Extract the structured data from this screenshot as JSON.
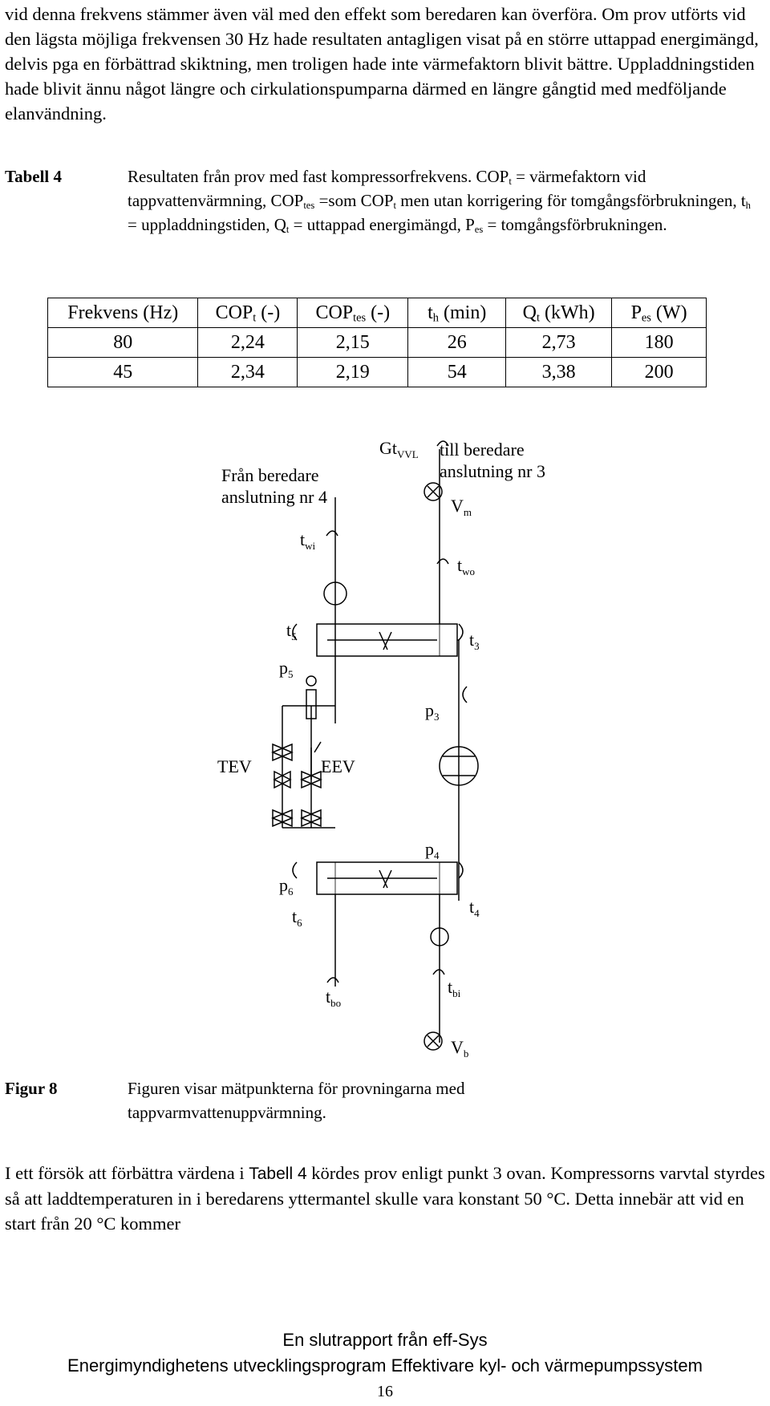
{
  "intro_paragraph": "vid denna frekvens stämmer även väl med den effekt som beredaren kan överföra. Om prov utförts vid den lägsta möjliga frekvensen 30 Hz hade resultaten antagligen visat på en större uttappad energimängd, delvis pga en förbättrad skiktning, men troligen hade inte värmefaktorn blivit bättre. Uppladdningstiden hade blivit ännu något längre och cirkulationspumparna därmed en längre gångtid med medföljande elanvändning.",
  "table": {
    "label": "Tabell 4",
    "caption": {
      "p1": "Resultaten från prov med fast kompressorfrekvens. COP",
      "s1": "t",
      "p2": " = värmefaktorn vid tappvattenvärmning, COP",
      "s2": "tes",
      "p3": " =som COP",
      "s3": "t",
      "p4": " men utan korrigering för tomgångsförbrukningen, t",
      "s4": "h",
      "p5": " = uppladdningstiden, Q",
      "s5": "t",
      "p6": " = uttappad energimängd, P",
      "s6": "es",
      "p7": " = tomgångsförbrukningen."
    },
    "headers": [
      {
        "main": "Frekvens (Hz)",
        "sub": "",
        "suffix": ""
      },
      {
        "main": "COP",
        "sub": "t",
        "suffix": " (-)"
      },
      {
        "main": "COP",
        "sub": "tes",
        "suffix": " (-)"
      },
      {
        "main": "t",
        "sub": "h",
        "suffix": " (min)"
      },
      {
        "main": "Q",
        "sub": "t",
        "suffix": " (kWh)"
      },
      {
        "main": "P",
        "sub": "es",
        "suffix": " (W)"
      }
    ],
    "rows": [
      [
        "80",
        "2,24",
        "2,15",
        "26",
        "2,73",
        "180"
      ],
      [
        "45",
        "2,34",
        "2,19",
        "54",
        "3,38",
        "200"
      ]
    ]
  },
  "diagram": {
    "from_heater_line1": "Från beredare",
    "from_heater_line2": "anslutning nr 4",
    "to_heater_line1": "till beredare",
    "to_heater_line2": "anslutning nr 3",
    "gt_main": "Gt",
    "gt_sub": "VVL",
    "vm_main": "V",
    "vm_sub": "m",
    "twi_main": "t",
    "twi_sub": "wi",
    "two_main": "t",
    "two_sub": "wo",
    "t5_main": "t",
    "t5_sub": "5",
    "t3_main": "t",
    "t3_sub": "3",
    "p5_main": "p",
    "p5_sub": "5",
    "p3_main": "p",
    "p3_sub": "3",
    "tev": "TEV",
    "eev": "EEV",
    "p4_main": "p",
    "p4_sub": "4",
    "p6_main": "p",
    "p6_sub": "6",
    "t6_main": "t",
    "t6_sub": "6",
    "t4_main": "t",
    "t4_sub": "4",
    "tbo_main": "t",
    "tbo_sub": "bo",
    "tbi_main": "t",
    "tbi_sub": "bi",
    "vb_main": "V",
    "vb_sub": "b"
  },
  "figure": {
    "label": "Figur 8",
    "caption": "Figuren visar mätpunkterna för provningarna med tappvarmvattenuppvärmning."
  },
  "closing_paragraph": {
    "part1": "I ett försök att förbättra värdena i ",
    "ref": "Tabell 4",
    "part2": " kördes prov enligt punkt 3 ovan. Kompressorns varvtal styrdes så att laddtemperaturen in i beredarens yttermantel skulle vara konstant 50 °C. Detta innebär att vid en start från 20 °C kommer"
  },
  "footer": {
    "line1": "En slutrapport från eff-Sys",
    "line2": "Energimyndighetens utvecklingsprogram Effektivare kyl- och värmepumpssystem",
    "page": "16"
  }
}
